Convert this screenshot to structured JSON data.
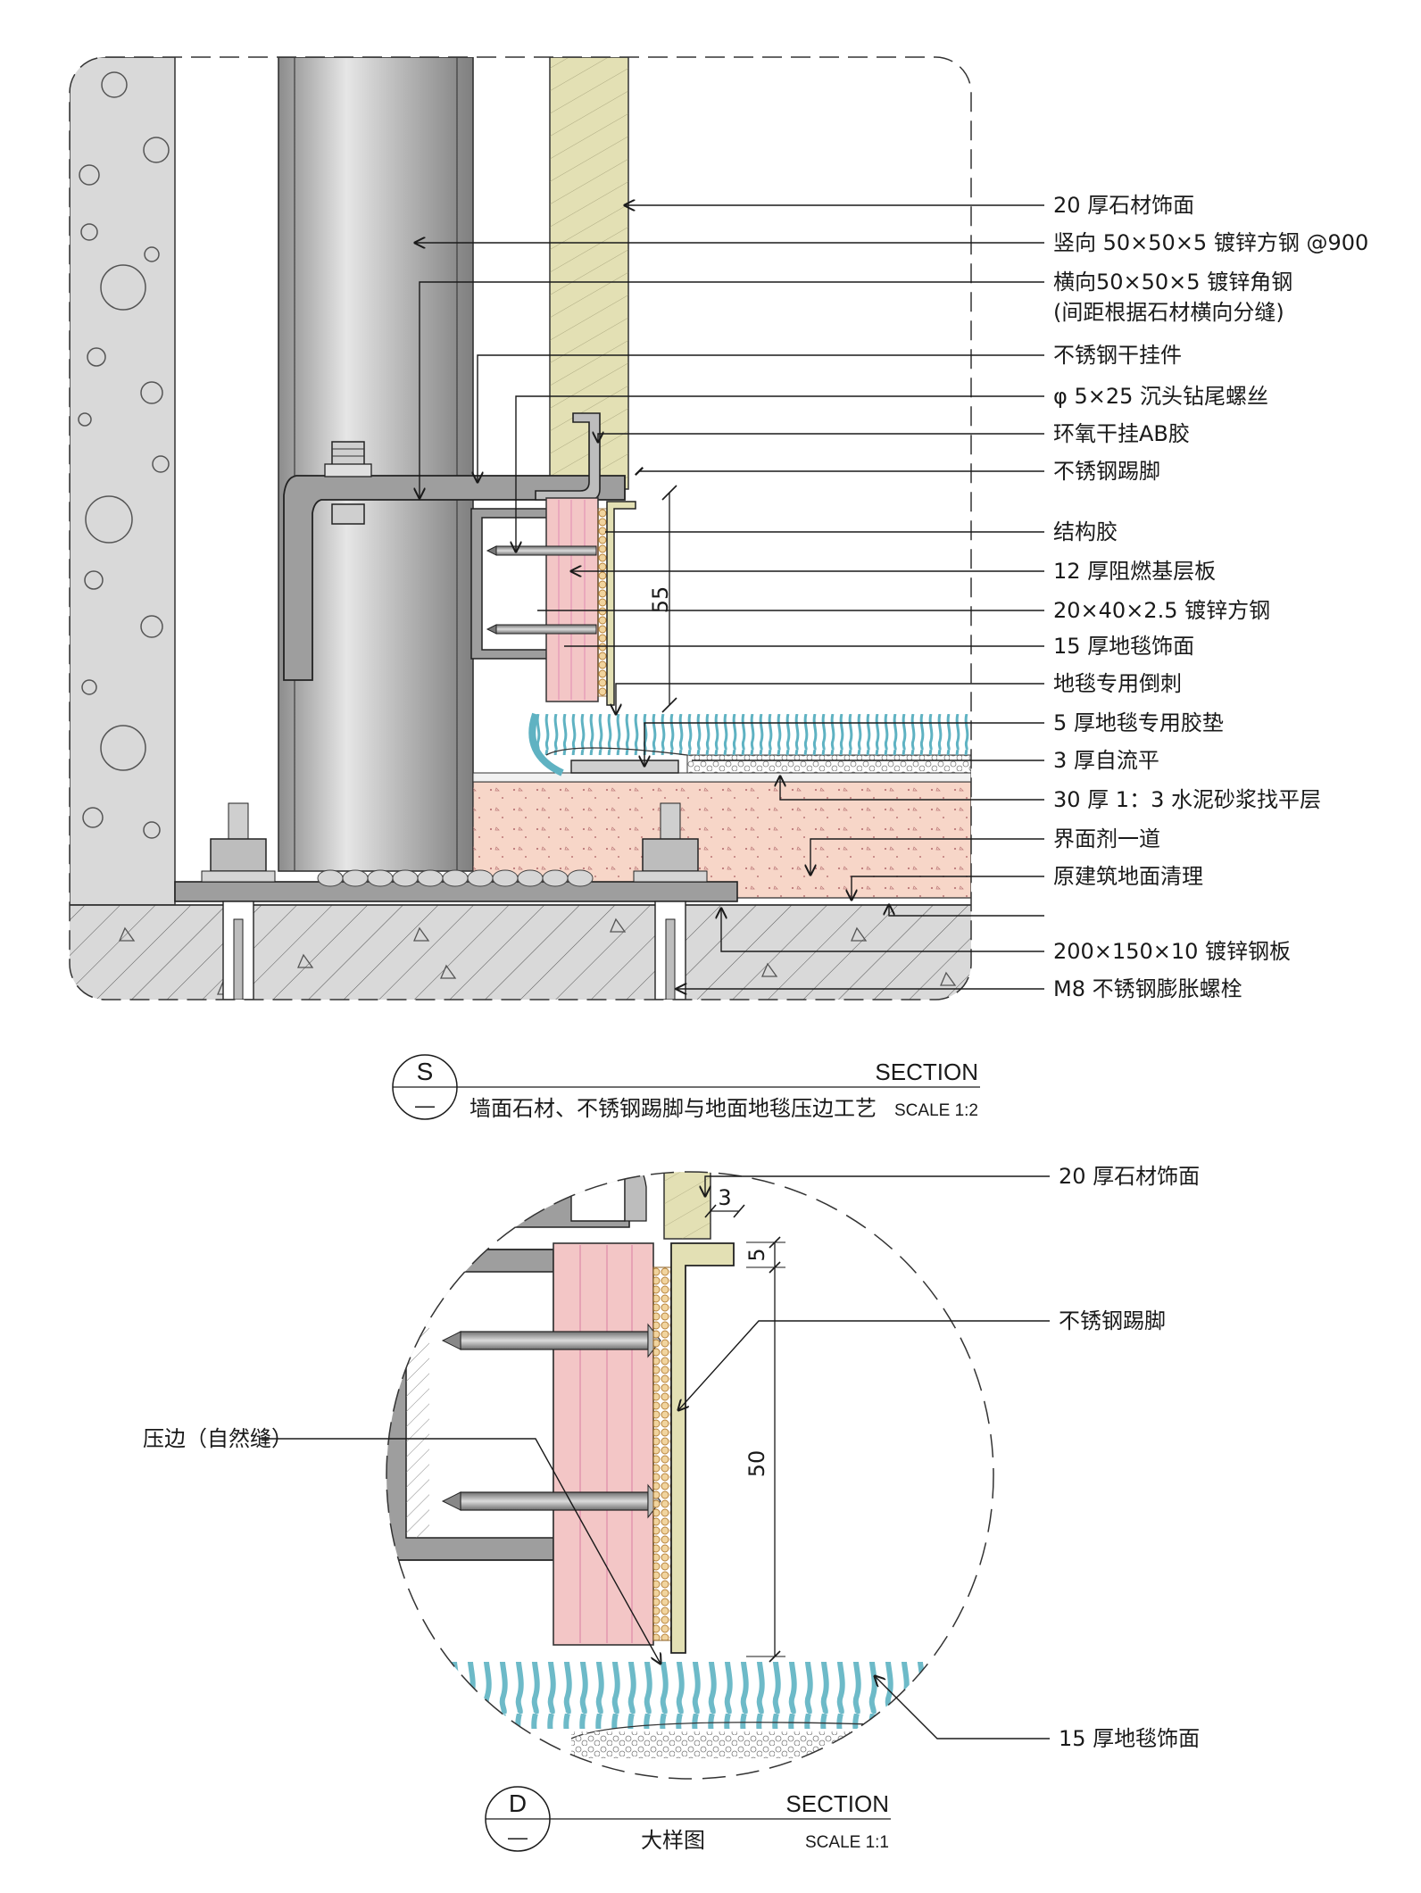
{
  "section_s": {
    "labels": [
      "20 厚石材饰面",
      "竖向 50×50×5 镀锌方钢 @900",
      "横向50×50×5 镀锌角钢",
      "(间距根据石材横向分缝)",
      "不锈钢干挂件",
      "φ 5×25 沉头钻尾螺丝",
      "环氧干挂AB胶",
      "不锈钢踢脚",
      "结构胶",
      "12 厚阻燃基层板",
      "20×40×2.5 镀锌方钢",
      "15 厚地毯饰面",
      "地毯专用倒刺",
      "5 厚地毯专用胶垫",
      "3 厚自流平",
      "30 厚 1：3 水泥砂浆找平层",
      "界面剂一道",
      "原建筑地面清理",
      "200×150×10 镀锌钢板",
      "M8 不锈钢膨胀螺栓"
    ],
    "dimension": "55",
    "title": {
      "letter": "S",
      "dash": "—",
      "section_word": "SECTION",
      "name": "墙面石材、不锈钢踢脚与地面地毯压边工艺",
      "scale": "SCALE 1:2"
    }
  },
  "section_d": {
    "labels": [
      "20 厚石材饰面",
      "不锈钢踢脚",
      "压边（自然缝）",
      "15 厚地毯饰面"
    ],
    "dimensions": [
      "3",
      "5",
      "50"
    ],
    "title": {
      "letter": "D",
      "dash": "—",
      "section_word": "SECTION",
      "name": "大样图",
      "scale": "SCALE 1:1"
    }
  },
  "colors": {
    "concrete": "#d9d9d9",
    "stone": "#e3e0b4",
    "plywood": "#f3c6c6",
    "mortar": "#f7d6c8",
    "carpet": "#7cc2cf",
    "steel": "#a6a6a6",
    "line": "#1a1a1a"
  }
}
